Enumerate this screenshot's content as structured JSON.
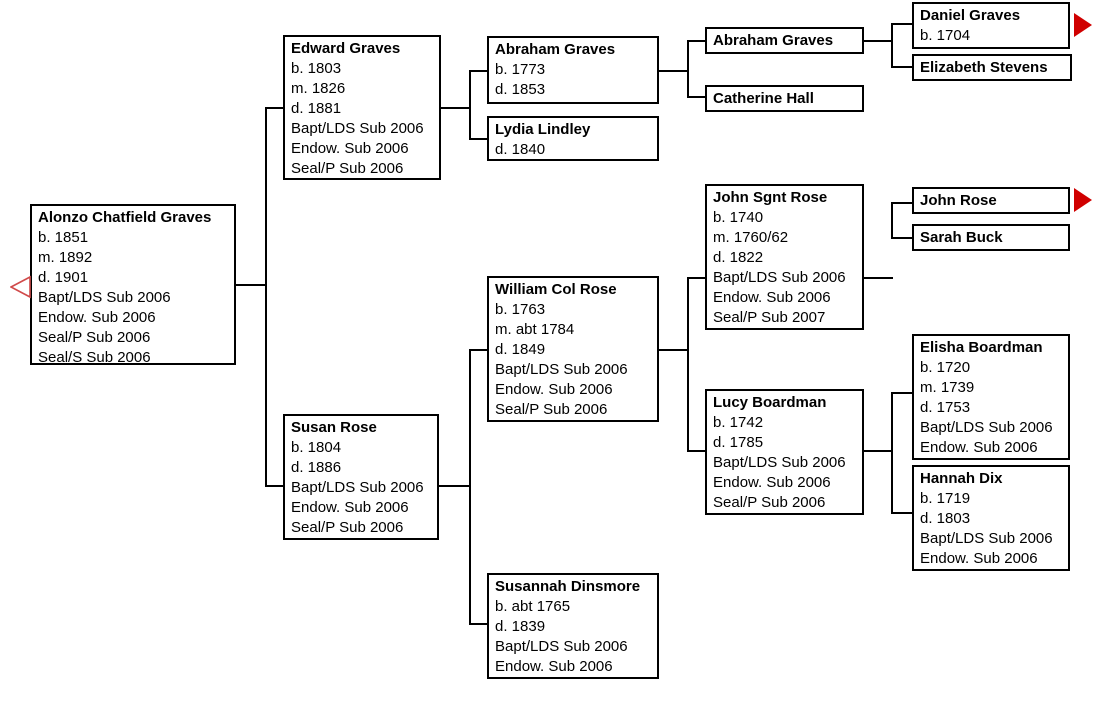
{
  "chart": {
    "title": "Pedigree Chart",
    "background_color": "#ffffff",
    "box_border_color": "#000000",
    "line_color": "#000000",
    "arrow_color": "#d00000"
  },
  "people": {
    "root": {
      "name": "Alonzo Chatfield Graves",
      "facts": [
        "b. 1851",
        "m. 1892",
        "d. 1901",
        "Bapt/LDS Sub 2006",
        "Endow. Sub 2006",
        "Seal/P Sub 2006",
        "Seal/S Sub 2006"
      ]
    },
    "father": {
      "name": "Edward Graves",
      "facts": [
        "b. 1803",
        "m. 1826",
        "d. 1881",
        "Bapt/LDS Sub 2006",
        "Endow. Sub 2006",
        "Seal/P Sub 2006"
      ]
    },
    "mother": {
      "name": "Susan Rose",
      "facts": [
        "b. 1804",
        "d. 1886",
        "Bapt/LDS Sub 2006",
        "Endow. Sub 2006",
        "Seal/P Sub 2006"
      ]
    },
    "father_father": {
      "name": "Abraham Graves",
      "facts": [
        "b. 1773",
        "d. 1853"
      ]
    },
    "father_mother": {
      "name": "Lydia Lindley",
      "facts": [
        "d. 1840"
      ]
    },
    "mother_father": {
      "name": "William Col Rose",
      "facts": [
        "b. 1763",
        "m. abt 1784",
        "d. 1849",
        "Bapt/LDS Sub 2006",
        "Endow. Sub 2006",
        "Seal/P Sub 2006"
      ]
    },
    "mother_mother": {
      "name": "Susannah Dinsmore",
      "facts": [
        "b. abt 1765",
        "d. 1839",
        "Bapt/LDS Sub 2006",
        "Endow. Sub 2006"
      ]
    },
    "ff_father": {
      "name": "Abraham Graves",
      "facts": []
    },
    "ff_mother": {
      "name": "Catherine Hall",
      "facts": []
    },
    "mf_father": {
      "name": "John Sgnt Rose",
      "facts": [
        "b. 1740",
        "m. 1760/62",
        "d. 1822",
        "Bapt/LDS Sub 2006",
        "Endow. Sub 2006",
        "Seal/P Sub 2007"
      ]
    },
    "mf_mother": {
      "name": "Lucy Boardman",
      "facts": [
        "b. 1742",
        "d. 1785",
        "Bapt/LDS Sub 2006",
        "Endow. Sub 2006",
        "Seal/P Sub 2006"
      ]
    },
    "fff_father": {
      "name": "Daniel Graves",
      "facts": [
        "b. 1704"
      ]
    },
    "fff_mother": {
      "name": "Elizabeth Stevens",
      "facts": []
    },
    "mff_father": {
      "name": "John Rose",
      "facts": []
    },
    "mff_mother": {
      "name": "Sarah Buck",
      "facts": []
    },
    "mfm_father": {
      "name": "Elisha Boardman",
      "facts": [
        "b. 1720",
        "m. 1739",
        "d. 1753",
        "Bapt/LDS Sub 2006",
        "Endow. Sub 2006"
      ]
    },
    "mfm_mother": {
      "name": "Hannah Dix",
      "facts": [
        "b. 1719",
        "d. 1803",
        "Bapt/LDS Sub 2006",
        "Endow. Sub 2006"
      ]
    }
  },
  "markers": {
    "back_arrow": "left-arrow-marker",
    "forward_arrow_1": "right-arrow-marker",
    "forward_arrow_2": "right-arrow-marker"
  }
}
